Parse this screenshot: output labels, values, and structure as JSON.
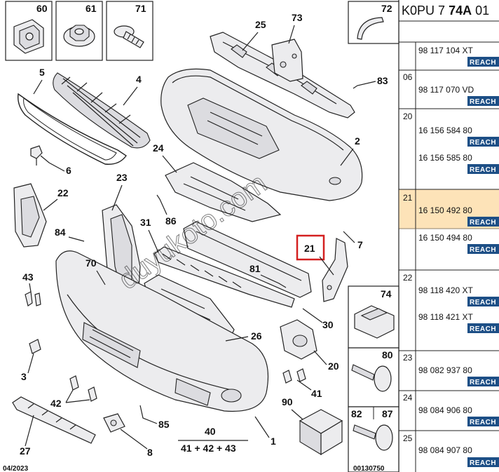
{
  "header": {
    "code_prefix": "K0PU 7",
    "code_main": "74A",
    "code_suffix": "01"
  },
  "diagram": {
    "footer_left": "04/2023",
    "footer_right": "00130750",
    "watermark": "duyukoto.com",
    "highlight_callout": "21",
    "callouts": {
      "c60": "60",
      "c61": "61",
      "c71": "71",
      "c72": "72",
      "c73": "73",
      "c25": "25",
      "c83": "83",
      "c5": "5",
      "c4": "4",
      "c6": "6",
      "c2": "2",
      "c24": "24",
      "c23": "23",
      "c22": "22",
      "c86": "86",
      "c84": "84",
      "c31": "31",
      "c7": "7",
      "c70": "70",
      "c43": "43",
      "c81": "81",
      "c74": "74",
      "c30": "30",
      "c26": "26",
      "c3": "3",
      "c80": "80",
      "c20": "20",
      "c41": "41",
      "c42": "42",
      "c90": "90",
      "c85": "85",
      "c82": "82",
      "c87": "87",
      "c27": "27",
      "c40": "40",
      "c8": "8",
      "c1": "1"
    },
    "formula": "41 + 42 + 43"
  },
  "parts_list": [
    {
      "ref": "",
      "entries": [
        {
          "number": "98 117 104 XT",
          "badge": "REACH"
        }
      ]
    },
    {
      "ref": "06",
      "entries": [
        {
          "number": "98 117 070 VD",
          "badge": "REACH"
        }
      ]
    },
    {
      "ref": "20",
      "entries": [
        {
          "number": "16 156 584 80",
          "badge": "REACH"
        },
        {
          "number": "16 156 585 80",
          "badge": "REACH"
        }
      ]
    },
    {
      "ref": "21",
      "entries": [
        {
          "number": "16 150 492 80",
          "badge": "REACH"
        },
        {
          "number": "16 150 494 80",
          "badge": "REACH"
        }
      ]
    },
    {
      "ref": "22",
      "entries": [
        {
          "number": "98 118 420 XT",
          "badge": "REACH"
        },
        {
          "number": "98 118 421 XT",
          "badge": "REACH"
        }
      ]
    },
    {
      "ref": "23",
      "entries": [
        {
          "number": "98 082 937 80",
          "badge": "REACH"
        }
      ]
    },
    {
      "ref": "24",
      "entries": [
        {
          "number": "98 084 906 80",
          "badge": "REACH"
        }
      ]
    },
    {
      "ref": "25",
      "entries": [
        {
          "number": "98 084 907 80",
          "badge": "REACH"
        }
      ]
    }
  ],
  "colors": {
    "highlight_row": "#fde3b8",
    "highlight_box": "#d42020",
    "reach_badge": "#1d4f86"
  }
}
